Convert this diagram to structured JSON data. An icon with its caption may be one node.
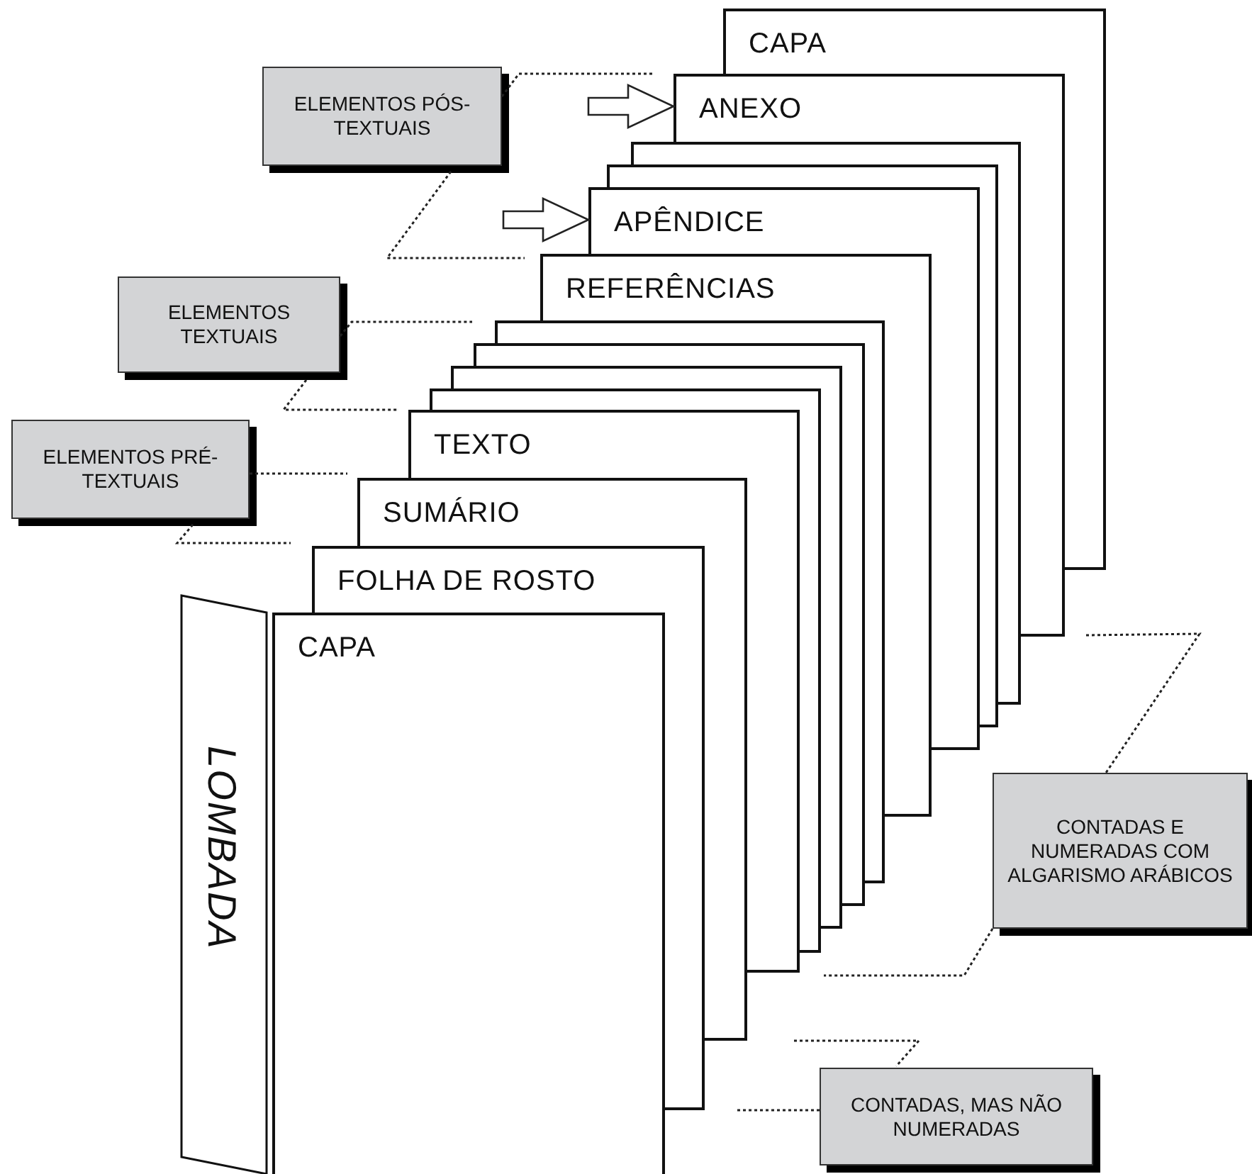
{
  "diagram": {
    "nodes": [
      {
        "text": [
          "CAPA"
        ]
      },
      {
        "text": [
          "ANEXO"
        ]
      },
      {
        "text": [],
        "shape": "box"
      },
      {
        "text": [],
        "shape": "box"
      },
      {
        "text": [
          "APÊNDICE"
        ]
      },
      {
        "text": [
          "REFERÊNCIAS"
        ]
      },
      {
        "text": [],
        "shape": "box"
      },
      {
        "text": [],
        "shape": "box"
      },
      {
        "text": [],
        "shape": "box"
      },
      {
        "text": [],
        "shape": "box"
      },
      {
        "text": [
          "TEXTO"
        ]
      },
      {
        "text": [
          "SUMÁRIO"
        ]
      },
      {
        "text": [
          "FOLHA DE ROSTO"
        ]
      },
      {
        "text": [
          "CAPA"
        ]
      },
      {
        "text": [
          "LOMBADA"
        ]
      },
      {
        "text": [
          "ELEMENTOS PÓS-TEXTUAIS"
        ]
      },
      {
        "text": [
          "ELEMENTOS TEXTUAIS"
        ]
      },
      {
        "text": [
          "ELEMENTOS PRÉ-TEXTUAIS"
        ]
      },
      {
        "text": [
          "CONTADAS E NUMERADAS COM ALGARISMO ARÁBICOS"
        ]
      },
      {
        "text": [
          "CONTADAS, MAS NÃO NUMERADAS"
        ]
      }
    ],
    "edges": [
      {
        "from": null,
        "to": 1,
        "arrow": "to"
      },
      {
        "from": null,
        "to": 4,
        "arrow": "to"
      }
    ]
  }
}
